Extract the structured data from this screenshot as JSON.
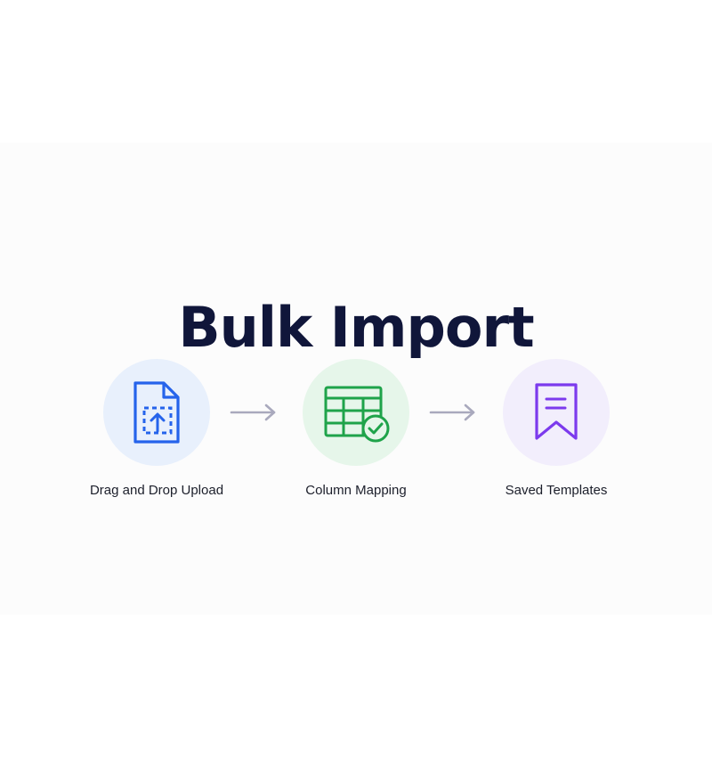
{
  "title": "Bulk Import",
  "steps": [
    {
      "label": "Drag and Drop Upload",
      "icon": "file-upload-icon",
      "accent": "#2563eb",
      "background": "#e8f0fc"
    },
    {
      "label": "Column Mapping",
      "icon": "table-check-icon",
      "accent": "#1fa34a",
      "background": "#e6f6ea"
    },
    {
      "label": "Saved Templates",
      "icon": "bookmark-icon",
      "accent": "#7c3aed",
      "background": "#f2eefc"
    }
  ],
  "connector_color": "#a9a9bd",
  "title_color": "#10163a"
}
